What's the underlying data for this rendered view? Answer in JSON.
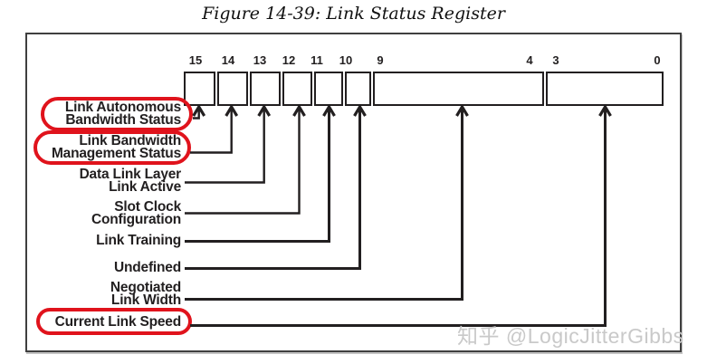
{
  "figure": {
    "title": "Figure 14-39: Link Status Register"
  },
  "watermark": "知乎 @LogicJitterGibbs",
  "colors": {
    "highlight_red": "#e0131c",
    "diagram_black": "#221f20",
    "watermark_gray": "#c9c9c9"
  },
  "register": {
    "name": "Link Status Register",
    "bit_numbers": [
      "15",
      "14",
      "13",
      "12",
      "11",
      "10",
      "9",
      "4",
      "3",
      "0"
    ],
    "fields": [
      {
        "bits": "15",
        "label": "Link Autonomous\nBandwidth Status",
        "highlighted": true
      },
      {
        "bits": "14",
        "label": "Link Bandwidth\nManagement Status",
        "highlighted": true
      },
      {
        "bits": "13",
        "label": "Data Link Layer\nLink Active",
        "highlighted": false
      },
      {
        "bits": "12",
        "label": "Slot Clock\nConfiguration",
        "highlighted": false
      },
      {
        "bits": "11",
        "label": "Link Training",
        "highlighted": false
      },
      {
        "bits": "10",
        "label": "Undefined",
        "highlighted": false
      },
      {
        "bits": "9:4",
        "label": "Negotiated\nLink Width",
        "highlighted": false
      },
      {
        "bits": "3:0",
        "label": "Current Link Speed",
        "highlighted": true
      }
    ]
  }
}
